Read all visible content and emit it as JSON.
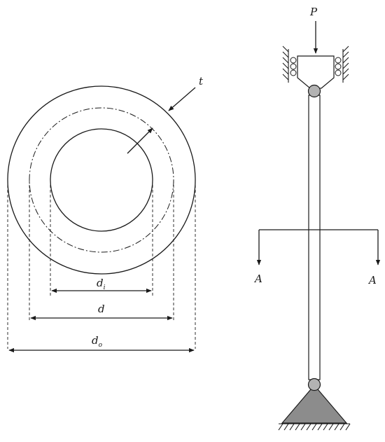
{
  "labels": {
    "thickness": "t",
    "inner_diameter_main": "d",
    "inner_diameter_sub": "i",
    "mean_diameter": "d",
    "outer_diameter_main": "d",
    "outer_diameter_sub": "o",
    "load": "P",
    "section_left": "A",
    "section_right": "A"
  },
  "colors": {
    "line": "#1a1a1a",
    "hinge_fill": "#b3b3b3",
    "support_fill": "#8c8c8c"
  }
}
